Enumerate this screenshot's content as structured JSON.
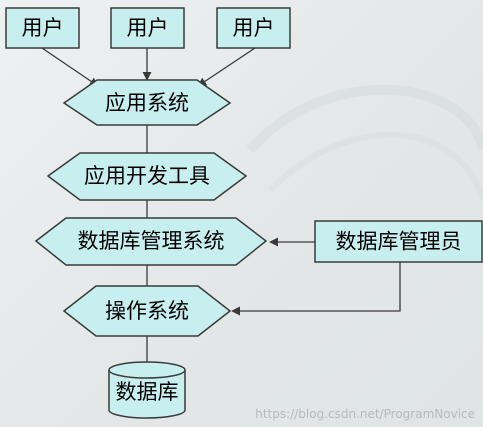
{
  "users": [
    "用户",
    "用户",
    "用户"
  ],
  "layers": {
    "app_system": "应用系统",
    "dev_tools": "应用开发工具",
    "dbms": "数据库管理系统",
    "os": "操作系统"
  },
  "dba": "数据库管理员",
  "database": "数据库",
  "watermark": "https://blog.csdn.net/ProgramNovice",
  "colors": {
    "box_fill": "#c8efef",
    "stroke": "#3a3a3a",
    "background": "#e6eaea"
  }
}
